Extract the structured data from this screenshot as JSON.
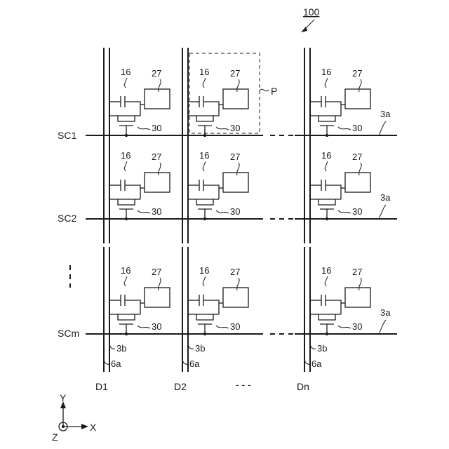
{
  "figure_ref": "100",
  "scan_lines": [
    "SC1",
    "SC2",
    "SCm"
  ],
  "data_lines": [
    "D1",
    "D2",
    "Dn"
  ],
  "gap_mark": "- - -",
  "pixel_label": "P",
  "capacitor_ref": "16",
  "element_ref": "27",
  "transistor_ref": "30",
  "scan_line_ref": "3a",
  "signal_line_ref": "3b",
  "data_line_ref": "6a",
  "axes": {
    "y": "Y",
    "x": "X",
    "z": "Z"
  }
}
